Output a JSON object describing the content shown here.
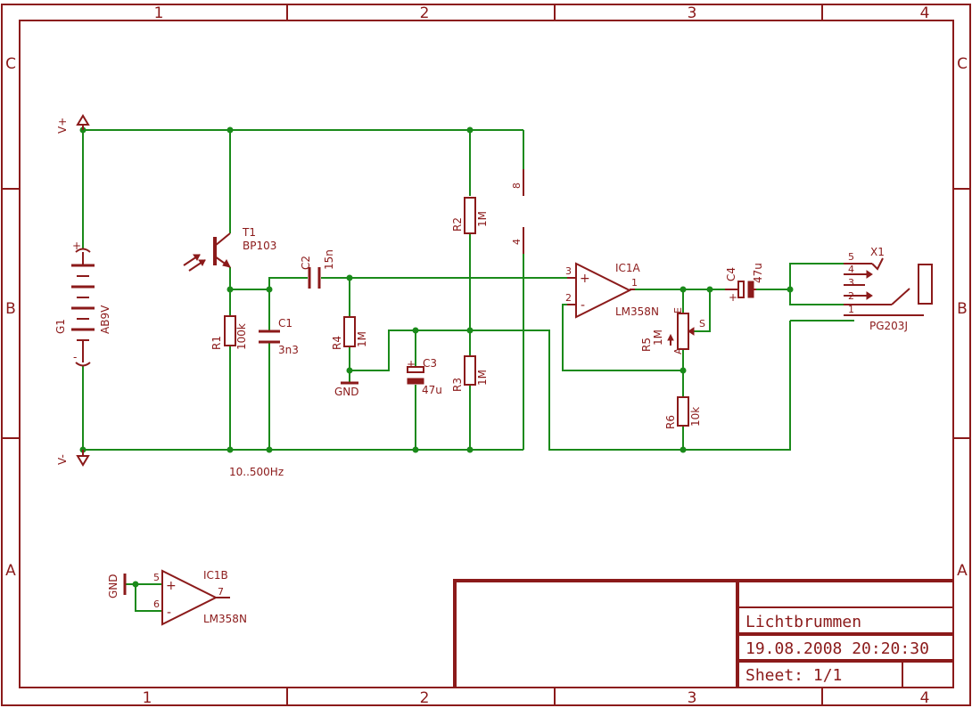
{
  "frame": {
    "columns": [
      "1",
      "2",
      "3",
      "4"
    ],
    "rows": [
      "C",
      "B",
      "A"
    ]
  },
  "title_block": {
    "title": "Lichtbrummen",
    "date": "19.08.2008  20:20:30",
    "sheet": "Sheet: 1/1"
  },
  "supply": {
    "vplus": "V+",
    "vminus": "V-",
    "gnd": "GND"
  },
  "note": "10..500Hz",
  "components": {
    "G1": {
      "name": "G1",
      "value": "AB9V"
    },
    "T1": {
      "name": "T1",
      "value": "BP103"
    },
    "R1": {
      "name": "R1",
      "value": "100k"
    },
    "C1": {
      "name": "C1",
      "value": "3n3"
    },
    "C2": {
      "name": "C2",
      "value": "15n"
    },
    "R4": {
      "name": "R4",
      "value": "1M"
    },
    "C3": {
      "name": "C3",
      "value": "47u"
    },
    "R2": {
      "name": "R2",
      "value": "1M"
    },
    "R3": {
      "name": "R3",
      "value": "1M"
    },
    "IC1A": {
      "name": "IC1A",
      "value": "LM358N"
    },
    "IC1B": {
      "name": "IC1B",
      "value": "LM358N"
    },
    "R5": {
      "name": "R5",
      "value": "1M"
    },
    "R6": {
      "name": "R6",
      "value": "10k"
    },
    "C4": {
      "name": "C4",
      "value": "47u"
    },
    "X1": {
      "name": "X1",
      "value": "PG203J"
    }
  },
  "pins": {
    "ic_power_8": "8",
    "ic_power_4": "4",
    "ic1a_in_plus": "3",
    "ic1a_in_minus": "2",
    "ic1a_out": "1",
    "ic1b_in_plus": "5",
    "ic1b_in_minus": "6",
    "ic1b_out": "7",
    "r5_e": "E",
    "r5_a": "A",
    "r5_s": "S",
    "x1_5": "5",
    "x1_4": "4",
    "x1_3": "3",
    "x1_2": "2",
    "x1_1": "1",
    "plus": "+",
    "minus": "-"
  },
  "colors": {
    "frame": "#8b1a1a",
    "wire": "#1a8a1a"
  }
}
